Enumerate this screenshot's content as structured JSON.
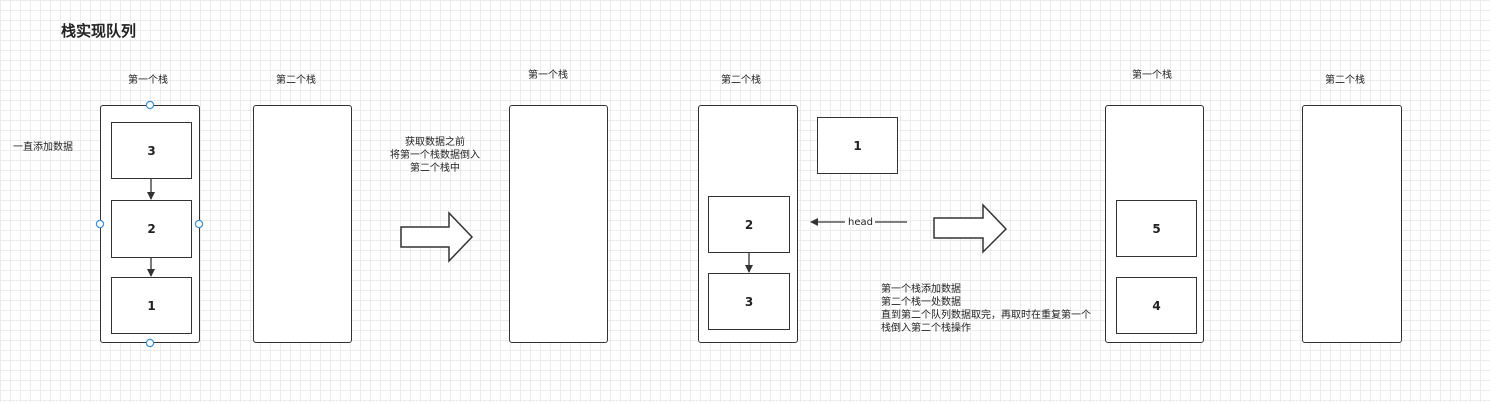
{
  "title": "栈实现队列",
  "stage1": {
    "label_first": "第一个栈",
    "label_second": "第二个栈",
    "note": "一直添加数据",
    "items": [
      "3",
      "2",
      "1"
    ]
  },
  "transfer_note": [
    "获取数据之前",
    "将第一个栈数据倒入",
    "第二个栈中"
  ],
  "stage2": {
    "label_first": "第一个栈",
    "label_second": "第二个栈",
    "popped": "1",
    "items": [
      "2",
      "3"
    ],
    "head_label": "head"
  },
  "stage3_note": [
    "第一个栈添加数据",
    "第二个栈一处数据",
    "直到第二个队列数据取完，再取时在重复第一个",
    "栈倒入第二个栈操作"
  ],
  "stage3": {
    "label_first": "第一个栈",
    "label_second": "第二个栈",
    "items": [
      "5",
      "4"
    ]
  },
  "colors": {
    "stroke": "#333333",
    "grid": "#ececec",
    "handle": "#3d8fd6"
  }
}
